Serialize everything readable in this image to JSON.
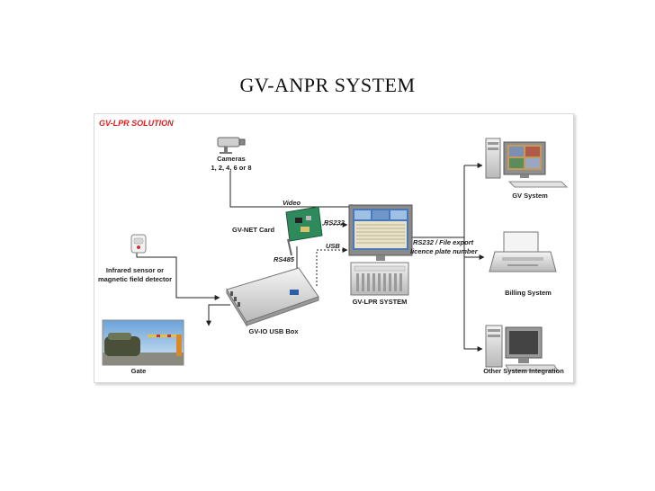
{
  "page": {
    "title": "GV-ANPR SYSTEM"
  },
  "diagram": {
    "brand": "GV-LPR SOLUTION",
    "cameras": {
      "line1": "Cameras",
      "line2": "1, 2, 4, 6 or 8"
    },
    "video_label": "Video",
    "gv_net_card": "GV-NET Card",
    "rs232_label": "RS232",
    "usb_label": "USB",
    "rs485_label": "RS485",
    "rs232_export": {
      "line1": "RS232 / File export",
      "line2": "licence plate number"
    },
    "gv_lpr_system": "GV-LPR SYSTEM",
    "sensor": {
      "line1": "Infrared sensor or",
      "line2": "magnetic field detector"
    },
    "gv_io_box": "GV-IO USB Box",
    "gate": "Gate",
    "gv_system": "GV System",
    "billing_system": "Billing System",
    "other_system": "Other System Integration"
  },
  "colors": {
    "brand": "#d61f1f",
    "card_green": "#2f8a5b",
    "screen_blue": "#4a78b8"
  }
}
